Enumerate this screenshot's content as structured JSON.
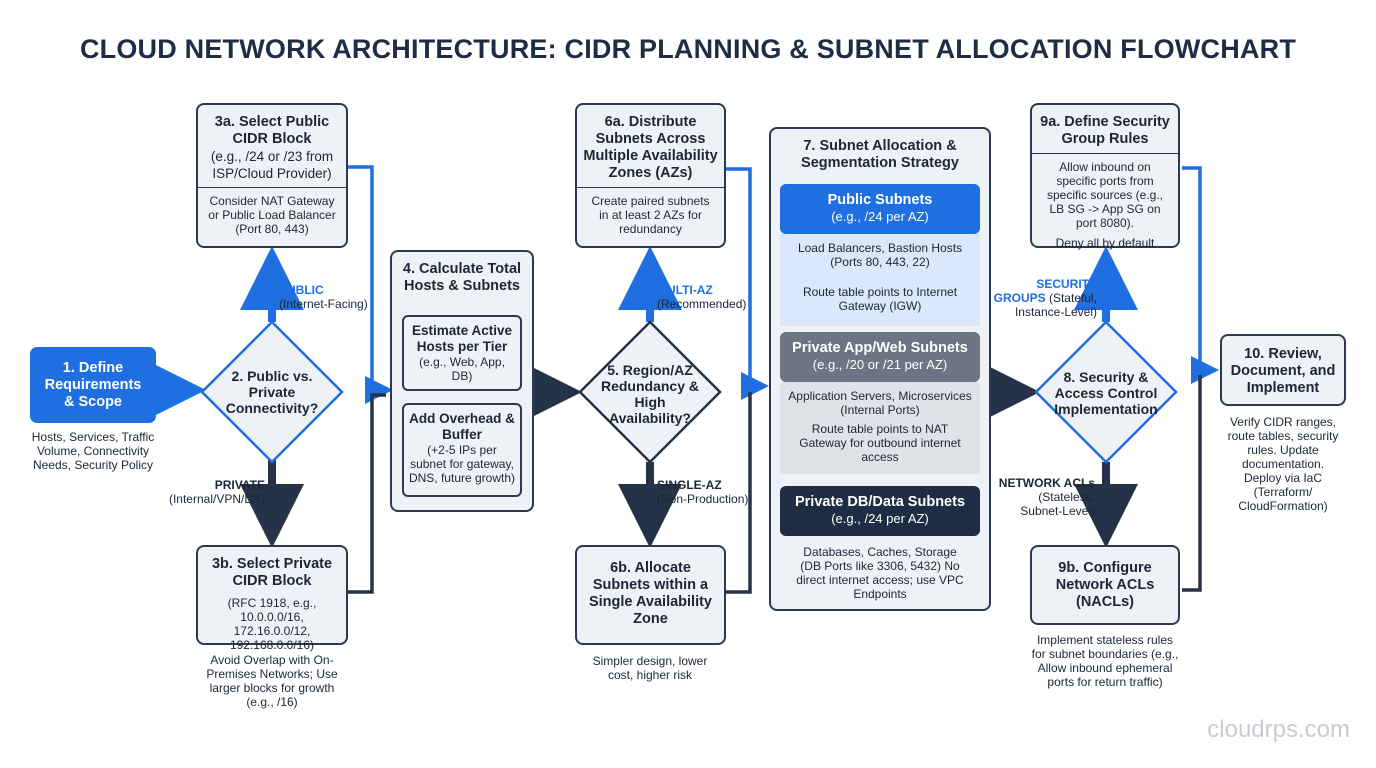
{
  "title": "CLOUD NETWORK ARCHITECTURE: CIDR PLANNING & SUBNET ALLOCATION FLOWCHART",
  "step1": {
    "title": "1. Define Requirements & Scope",
    "note": "Hosts, Services, Traffic Volume, Connectivity Needs, Security Policy"
  },
  "step2": {
    "title": "2. Public vs. Private Connectivity?",
    "public_label": "PUBLIC",
    "public_sub": "(Internet-Facing)",
    "private_label": "PRIVATE",
    "private_sub": "(Internal/VPN/DX)"
  },
  "step3a": {
    "title": "3a. Select Public CIDR Block",
    "subtitle": "(e.g., /24 or /23 from ISP/Cloud Provider)",
    "body": "Consider NAT Gateway or Public Load Balancer (Port 80, 443)"
  },
  "step3b": {
    "title": "3b. Select Private CIDR Block",
    "body": "(RFC 1918, e.g., 10.0.0.0/16, 172.16.0.0/12, 192.168.0.0/16)",
    "note": "Avoid Overlap with On-Premises Networks; Use larger blocks for growth (e.g., /16)"
  },
  "step4": {
    "title": "4. Calculate Total Hosts & Subnets",
    "inner1_title": "Estimate Active Hosts per Tier",
    "inner1_body": "(e.g., Web, App, DB)",
    "inner2_title": "Add Overhead & Buffer",
    "inner2_body": "(+2-5 IPs per subnet for gateway, DNS, future growth)"
  },
  "step5": {
    "title": "5. Region/AZ Redundancy & High Availability?",
    "multi_label": "MULTI-AZ",
    "multi_sub": "(Recommended)",
    "single_label": "SINGLE-AZ",
    "single_sub": "(Non-Production)"
  },
  "step6a": {
    "title": "6a. Distribute Subnets Across Multiple Availability Zones (AZs)",
    "body": "Create paired subnets in at least 2 AZs for redundancy"
  },
  "step6b": {
    "title": "6b. Allocate Subnets within a Single Availability Zone",
    "note": "Simpler design, lower cost, higher risk"
  },
  "step7": {
    "title": "7. Subnet Allocation & Segmentation Strategy",
    "public_head": "Public Subnets",
    "public_sub": "(e.g., /24 per AZ)",
    "public_body1": "Load Balancers, Bastion Hosts (Ports 80, 443, 22)",
    "public_body2": "Route table points to Internet Gateway (IGW)",
    "app_head": "Private App/Web Subnets",
    "app_sub": "(e.g., /20 or /21 per AZ)",
    "app_body1": "Application Servers, Microservices (Internal Ports)",
    "app_body2": "Route table points to NAT Gateway for outbound internet access",
    "db_head": "Private DB/Data Subnets",
    "db_sub": "(e.g., /24 per AZ)",
    "db_body": "Databases, Caches, Storage (DB Ports like 3306, 5432) No direct internet access; use VPC Endpoints"
  },
  "step8": {
    "title": "8. Security & Access Control Implementation",
    "sg_label1": "SECURITY",
    "sg_label2": "GROUPS",
    "sg_sub1": "(Stateful,",
    "sg_sub2": "Instance-Level)",
    "acl_label": "NETWORK ACLs",
    "acl_sub1": "(Stateless,",
    "acl_sub2": "Subnet-Level)"
  },
  "step9a": {
    "title": "9a. Define Security Group Rules",
    "body1": "Allow inbound on specific ports from specific sources (e.g., LB SG -> App SG on port 8080).",
    "body2": "Deny all by default"
  },
  "step9b": {
    "title": "9b. Configure Network ACLs (NACLs)",
    "note": "Implement stateless rules for subnet boundaries (e.g., Allow inbound ephemeral ports for return traffic)"
  },
  "step10": {
    "title": "10. Review, Document, and Implement",
    "note": "Verify CIDR ranges, route tables, security rules. Update documentation. Deploy via IaC (Terraform/ CloudFormation)"
  },
  "watermark": "cloudrps.com",
  "colors": {
    "accent_blue": "#1f6fe0",
    "navy": "#253247",
    "box_fill": "#eef2f7",
    "app_band": "#6b7584",
    "db_band": "#1f2d44"
  }
}
